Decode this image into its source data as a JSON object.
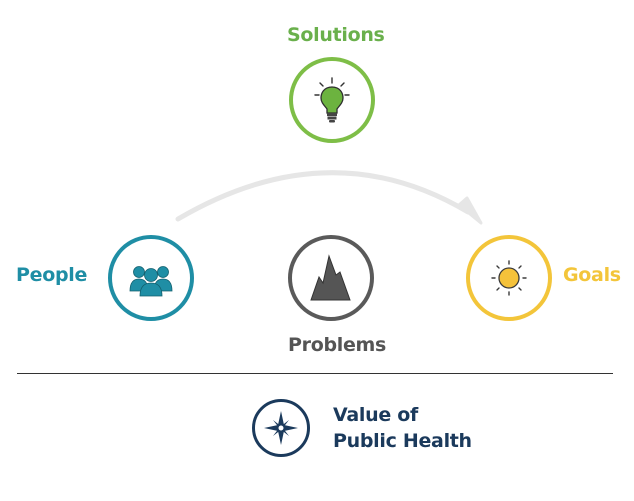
{
  "nodes": {
    "solutions": {
      "label": "Solutions",
      "color": "#7ebe47",
      "icon": "lightbulb-icon"
    },
    "people": {
      "label": "People",
      "color": "#1f8ea5",
      "icon": "people-group-icon"
    },
    "problems": {
      "label": "Problems",
      "color": "#5a5a5a",
      "icon": "mountain-icon"
    },
    "goals": {
      "label": "Goals",
      "color": "#f3c53a",
      "icon": "sun-icon"
    }
  },
  "arrow": {
    "from": "people",
    "to": "goals",
    "color": "#e6e6e6"
  },
  "legend": {
    "line1": "Value of",
    "line2": "Public Health",
    "color": "#1b3a5c",
    "icon": "compass-icon"
  }
}
